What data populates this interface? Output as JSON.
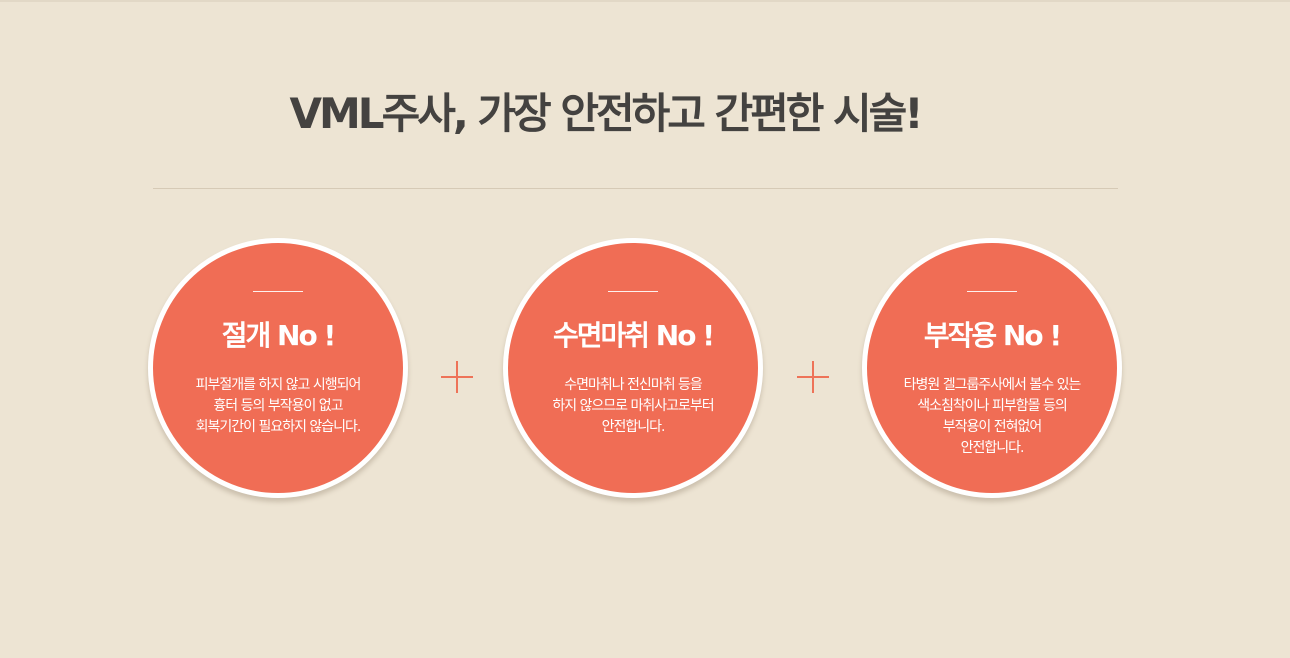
{
  "headline": "VML주사, 가장 안전하고 간편한 시술!",
  "features": [
    {
      "title": "절개 No !",
      "lines": [
        "피부절개를 하지 않고 시행되어",
        "흉터 등의 부작용이 없고",
        "회복기간이 필요하지 않습니다."
      ]
    },
    {
      "title": "수면마취 No !",
      "lines": [
        "수면마취나 전신마취 등을",
        "하지 않으므로 마취사고로부터",
        "안전합니다."
      ]
    },
    {
      "title": "부작용 No !",
      "lines": [
        "타병원 겔그룹주사에서 볼수 있는",
        "색소침착이나 피부함몰 등의",
        "부작용이 전혀없어",
        "안전합니다."
      ]
    }
  ],
  "plus_icon": "plus-icon",
  "colors": {
    "background": "#ede4d3",
    "accent": "#f06d55",
    "headline_text": "#444240",
    "circle_border": "#ffffff"
  }
}
